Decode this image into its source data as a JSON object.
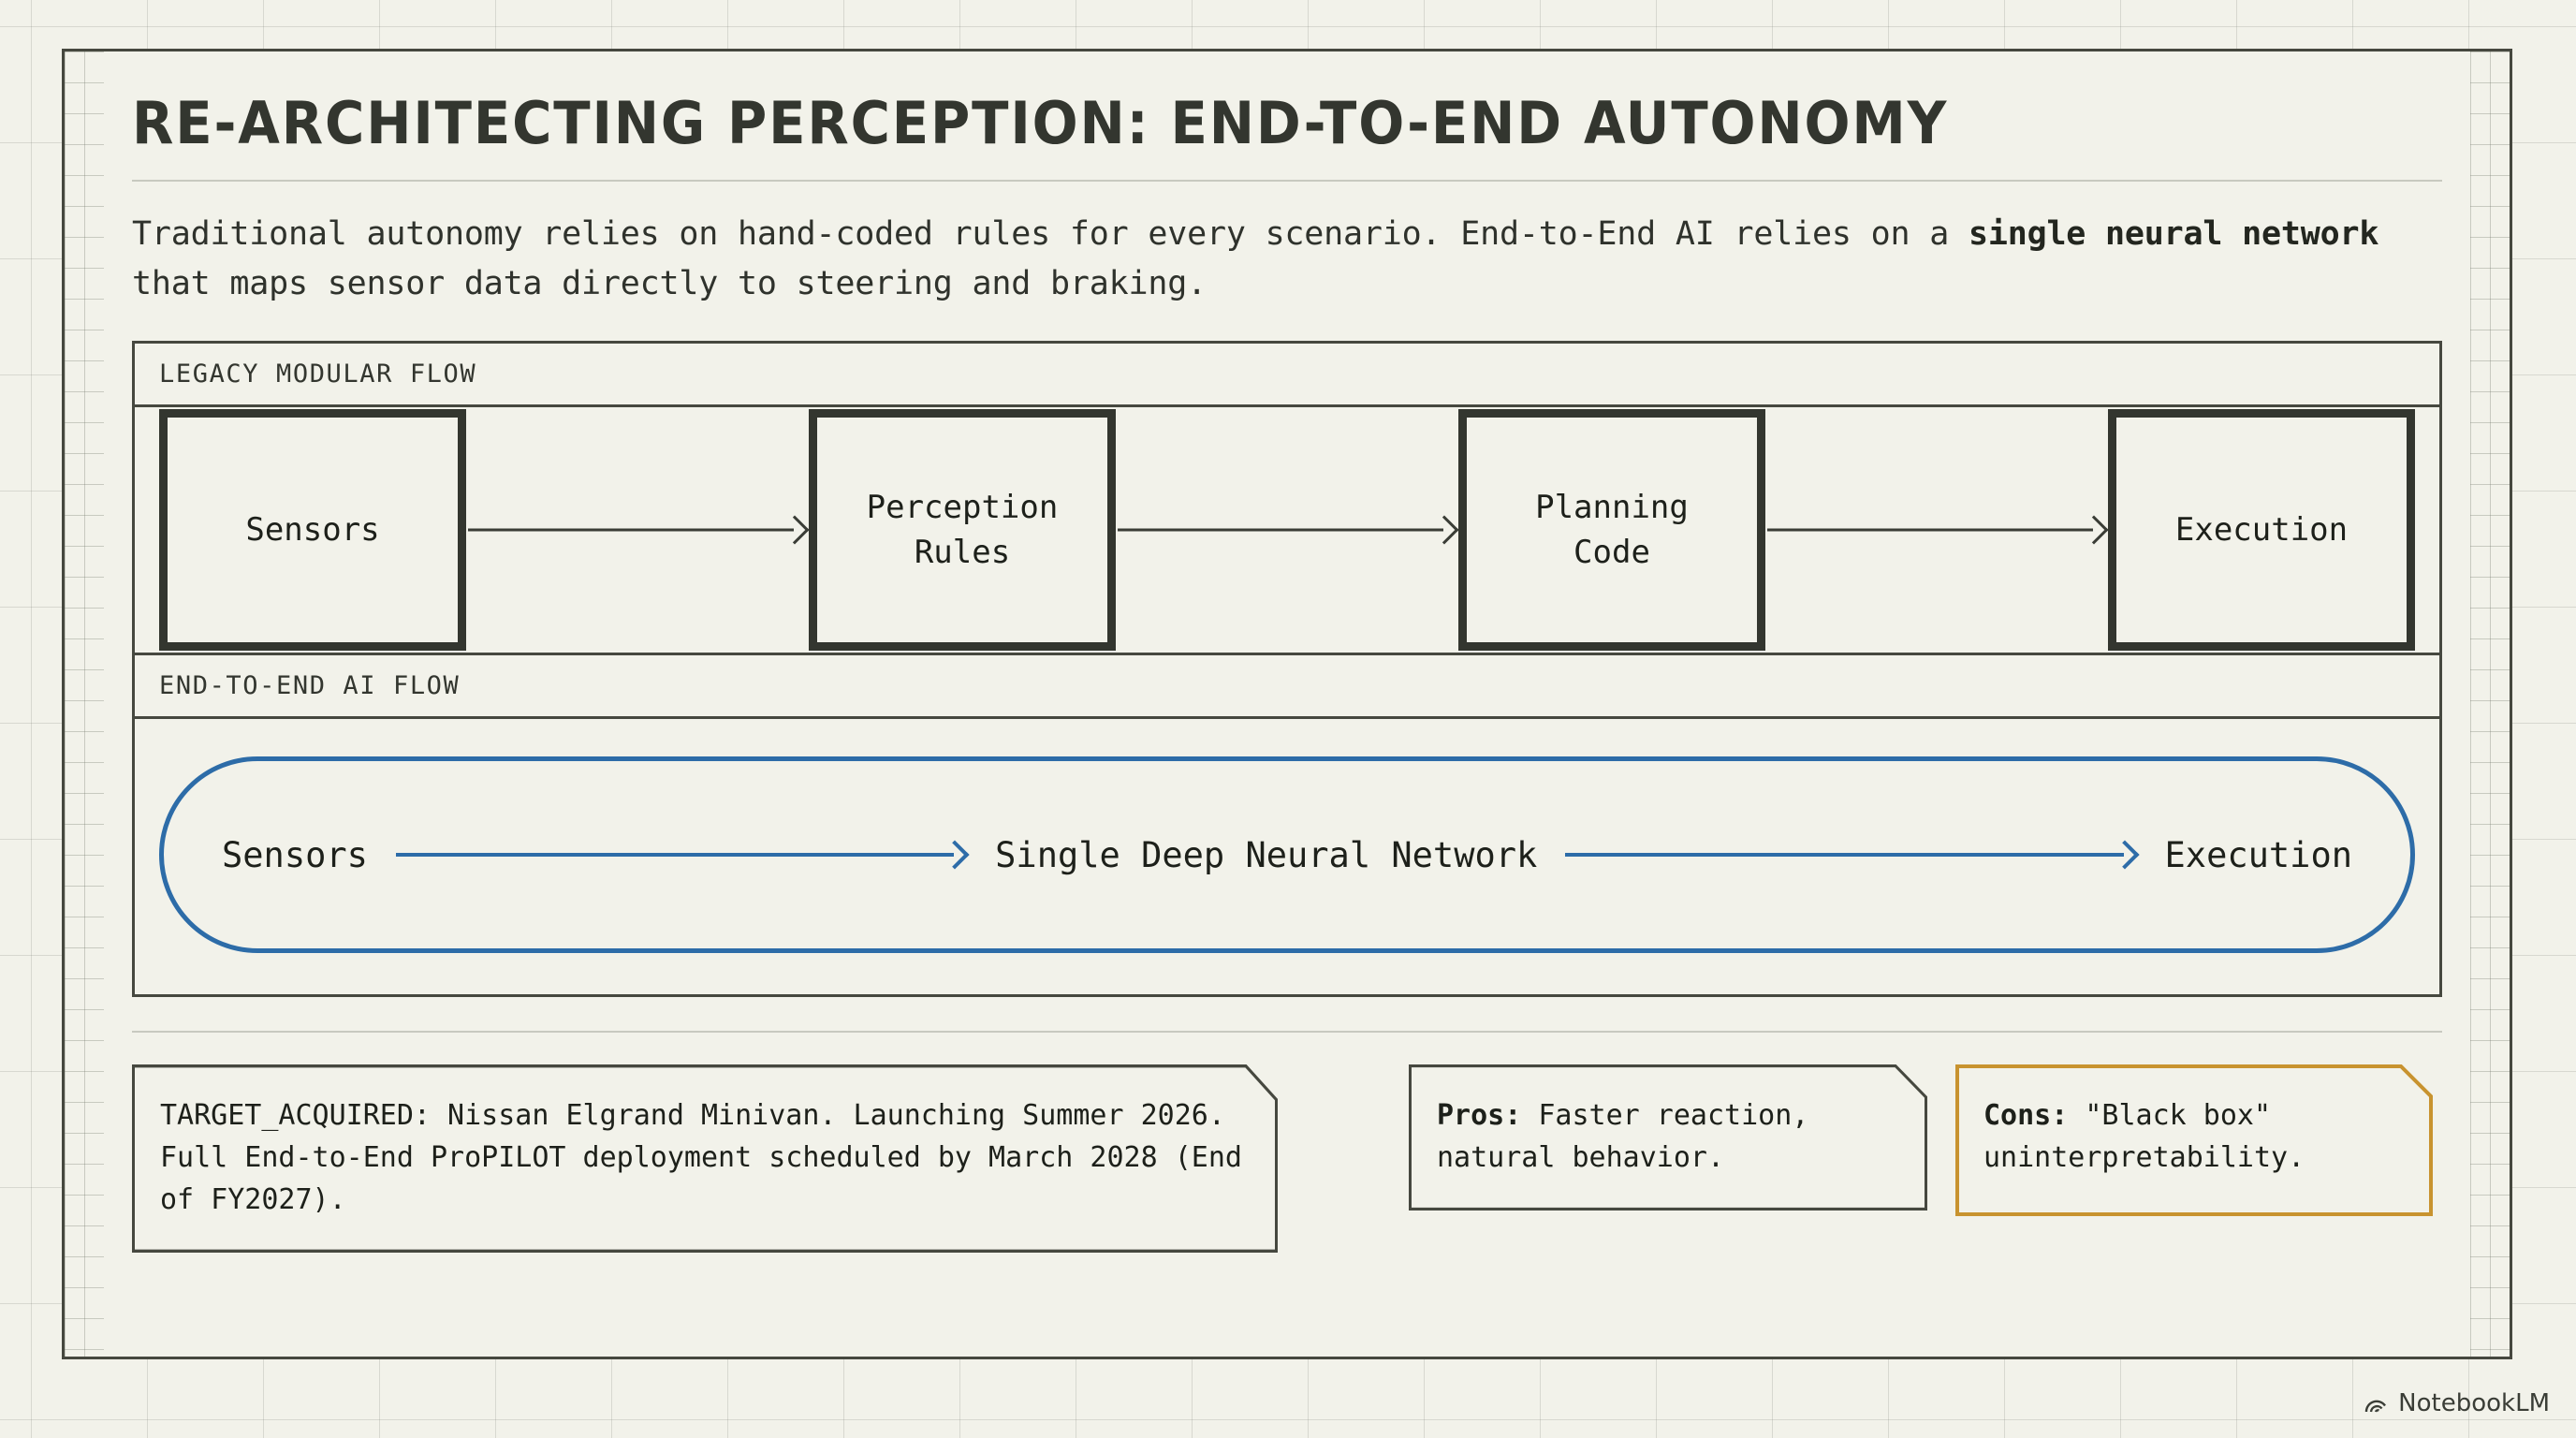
{
  "page": {
    "title": "RE-ARCHITECTING PERCEPTION: END-TO-END AUTONOMY",
    "subtitle_part1": "Traditional autonomy relies on hand-coded rules for every scenario. End-to-End AI relies on a ",
    "subtitle_bold": "single neural network",
    "subtitle_part2": " that maps sensor data directly to steering and braking."
  },
  "colors": {
    "paper": "#f2f2ea",
    "ink": "#33362f",
    "accent_blue": "#2d6ca8",
    "accent_gold": "#c8932f",
    "grid": "#787d73"
  },
  "legacy_flow": {
    "header": "LEGACY MODULAR FLOW",
    "nodes": [
      {
        "label": "Sensors"
      },
      {
        "label": "Perception\nRules",
        "line1": "Perception",
        "line2": "Rules"
      },
      {
        "label": "Planning\nCode",
        "line1": "Planning",
        "line2": "Code"
      },
      {
        "label": "Execution"
      }
    ]
  },
  "e2e_flow": {
    "header": "END-TO-END AI FLOW",
    "nodes": [
      {
        "label": "Sensors"
      },
      {
        "label": "Single Deep Neural Network"
      },
      {
        "label": "Execution"
      }
    ]
  },
  "callouts": {
    "target": {
      "prefix": "TARGET_ACQUIRED:",
      "text": "TARGET_ACQUIRED: Nissan Elgrand Minivan. Launching Summer 2026. Full End-to-End ProPILOT deployment scheduled by March 2028 (End of FY2027)."
    },
    "pros": {
      "label": "Pros:",
      "text": " Faster reaction, natural behavior."
    },
    "cons": {
      "label": "Cons:",
      "text": " \"Black box\" uninterpretability."
    }
  },
  "watermark": {
    "label": "NotebookLM",
    "icon": "notebooklm-logo-icon"
  }
}
